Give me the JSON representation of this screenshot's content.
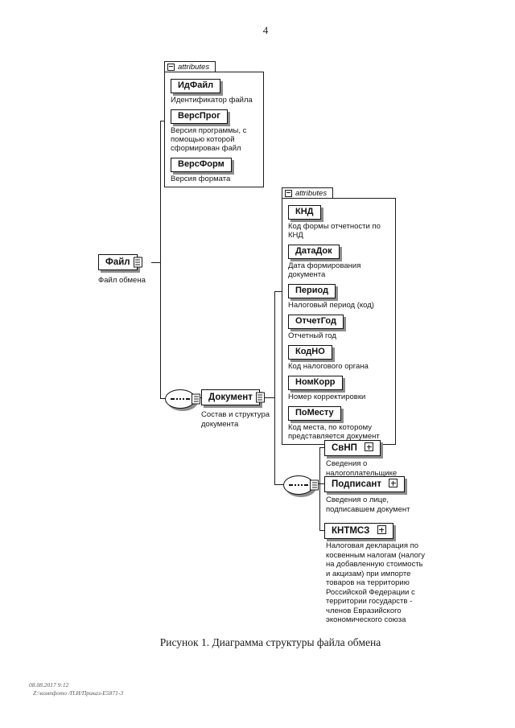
{
  "page": {
    "number": "4",
    "figure_caption": "Рисунок 1. Диаграмма структуры файла обмена",
    "footer_line1": "08.08.2017 9:12",
    "footer_line2": "Z:\\компфото /П.И/Приказ-Е5871-3"
  },
  "diagram": {
    "attributes_label": "attributes",
    "file_element": {
      "name": "Файл",
      "description": "Файл обмена"
    },
    "file_attributes": [
      {
        "name": "ИдФайл",
        "description": "Идентификатор файла"
      },
      {
        "name": "ВерсПрог",
        "description": "Версия программы, с помощью которой сформирован файл"
      },
      {
        "name": "ВерсФорм",
        "description": "Версия формата"
      }
    ],
    "document_element": {
      "name": "Документ",
      "description": "Состав и структура документа"
    },
    "document_attributes": [
      {
        "name": "КНД",
        "description": "Код формы отчетности по КНД"
      },
      {
        "name": "ДатаДок",
        "description": "Дата формирования документа"
      },
      {
        "name": "Период",
        "description": "Налоговый период (код)"
      },
      {
        "name": "ОтчетГод",
        "description": "Отчетный год"
      },
      {
        "name": "КодНО",
        "description": "Код налогового органа"
      },
      {
        "name": "НомКорр",
        "description": "Номер корректировки"
      },
      {
        "name": "ПоМесту",
        "description": "Код места, по которому представляется документ"
      }
    ],
    "document_children": [
      {
        "name": "СвНП",
        "description": "Сведения о налогоплательщике"
      },
      {
        "name": "Подписант",
        "description": "Сведения о лице, подписавшем документ"
      },
      {
        "name": "КНТМСЗ",
        "description": "Налоговая декларация по косвенным налогам (налогу на добавленную стоимость и акцизам) при импорте товаров на территорию Российской Федерации с территории государств - членов Евразийского экономического союза"
      }
    ]
  }
}
